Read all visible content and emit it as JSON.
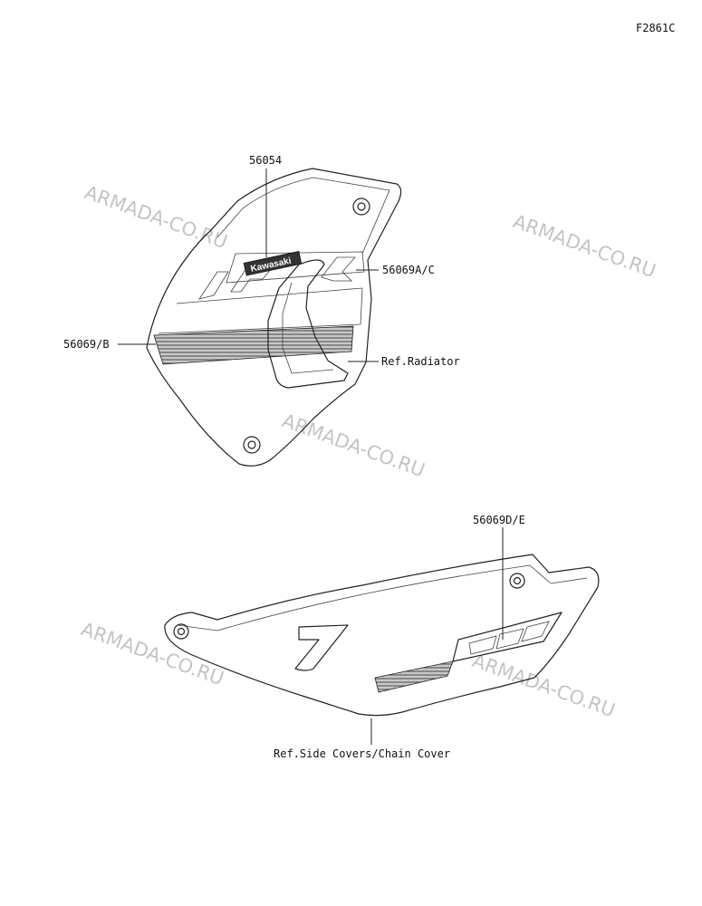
{
  "figure_code": "F2861C",
  "watermark": "ARMADA-CO.RU",
  "labels": {
    "p56054": "56054",
    "p56069ac": "56069A/C",
    "p56069b": "56069/B",
    "ref_radiator": "Ref.Radiator",
    "p56069de": "56069D/E",
    "ref_side_covers": "Ref.Side Covers/Chain Cover"
  },
  "decal_text": "Kawasaki",
  "colors": {
    "line": "#222222",
    "watermark": "#c4c4c4",
    "decal_stripe": "#555555"
  }
}
